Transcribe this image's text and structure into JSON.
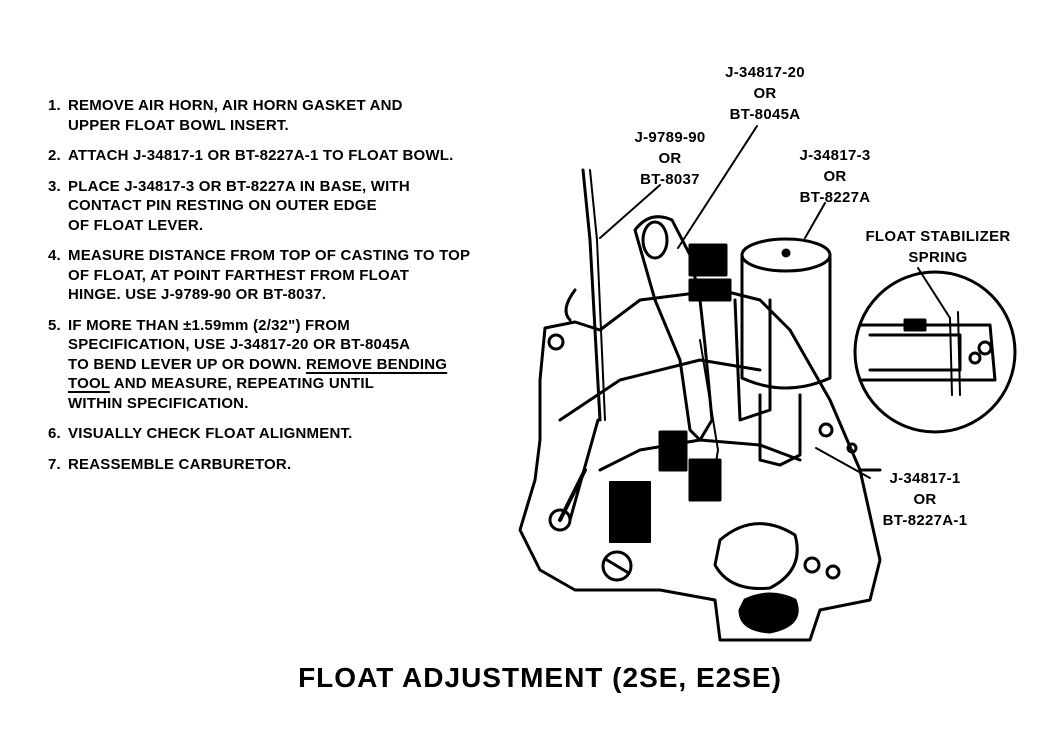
{
  "steps": [
    {
      "num": "1.",
      "lines": [
        "REMOVE AIR HORN, AIR HORN GASKET AND",
        "UPPER FLOAT BOWL INSERT."
      ]
    },
    {
      "num": "2.",
      "lines": [
        "ATTACH J-34817-1 OR BT-8227A-1 TO FLOAT BOWL."
      ]
    },
    {
      "num": "3.",
      "lines": [
        "PLACE J-34817-3 OR BT-8227A IN BASE, WITH",
        "CONTACT PIN RESTING ON OUTER EDGE",
        "OF FLOAT LEVER."
      ]
    },
    {
      "num": "4.",
      "lines": [
        "MEASURE DISTANCE FROM TOP OF CASTING TO TOP",
        "OF FLOAT, AT POINT FARTHEST FROM FLOAT",
        "HINGE. USE J-9789-90 OR BT-8037."
      ]
    },
    {
      "num": "5.",
      "lines": [
        "IF MORE THAN ±1.59mm (2/32\") FROM",
        "SPECIFICATION, USE J-34817-20 OR BT-8045A",
        "TO BEND LEVER UP OR DOWN.",
        "REMOVE BENDING",
        "TOOL",
        "AND MEASURE, REPEATING UNTIL",
        "WITHIN SPECIFICATION."
      ]
    },
    {
      "num": "6.",
      "lines": [
        "VISUALLY CHECK FLOAT ALIGNMENT."
      ]
    },
    {
      "num": "7.",
      "lines": [
        "REASSEMBLE CARBURETOR."
      ]
    }
  ],
  "callouts": {
    "bending_tool": [
      "J-34817-20",
      "OR",
      "BT-8045A"
    ],
    "gauge": [
      "J-9789-90",
      "OR",
      "BT-8037"
    ],
    "float_tool": [
      "J-34817-3",
      "OR",
      "BT-8227A"
    ],
    "stabilizer": [
      "FLOAT STABILIZER",
      "SPRING"
    ],
    "base_tool": [
      "J-34817-1",
      "OR",
      "BT-8227A-1"
    ]
  },
  "title": "FLOAT ADJUSTMENT (2SE, E2SE)"
}
